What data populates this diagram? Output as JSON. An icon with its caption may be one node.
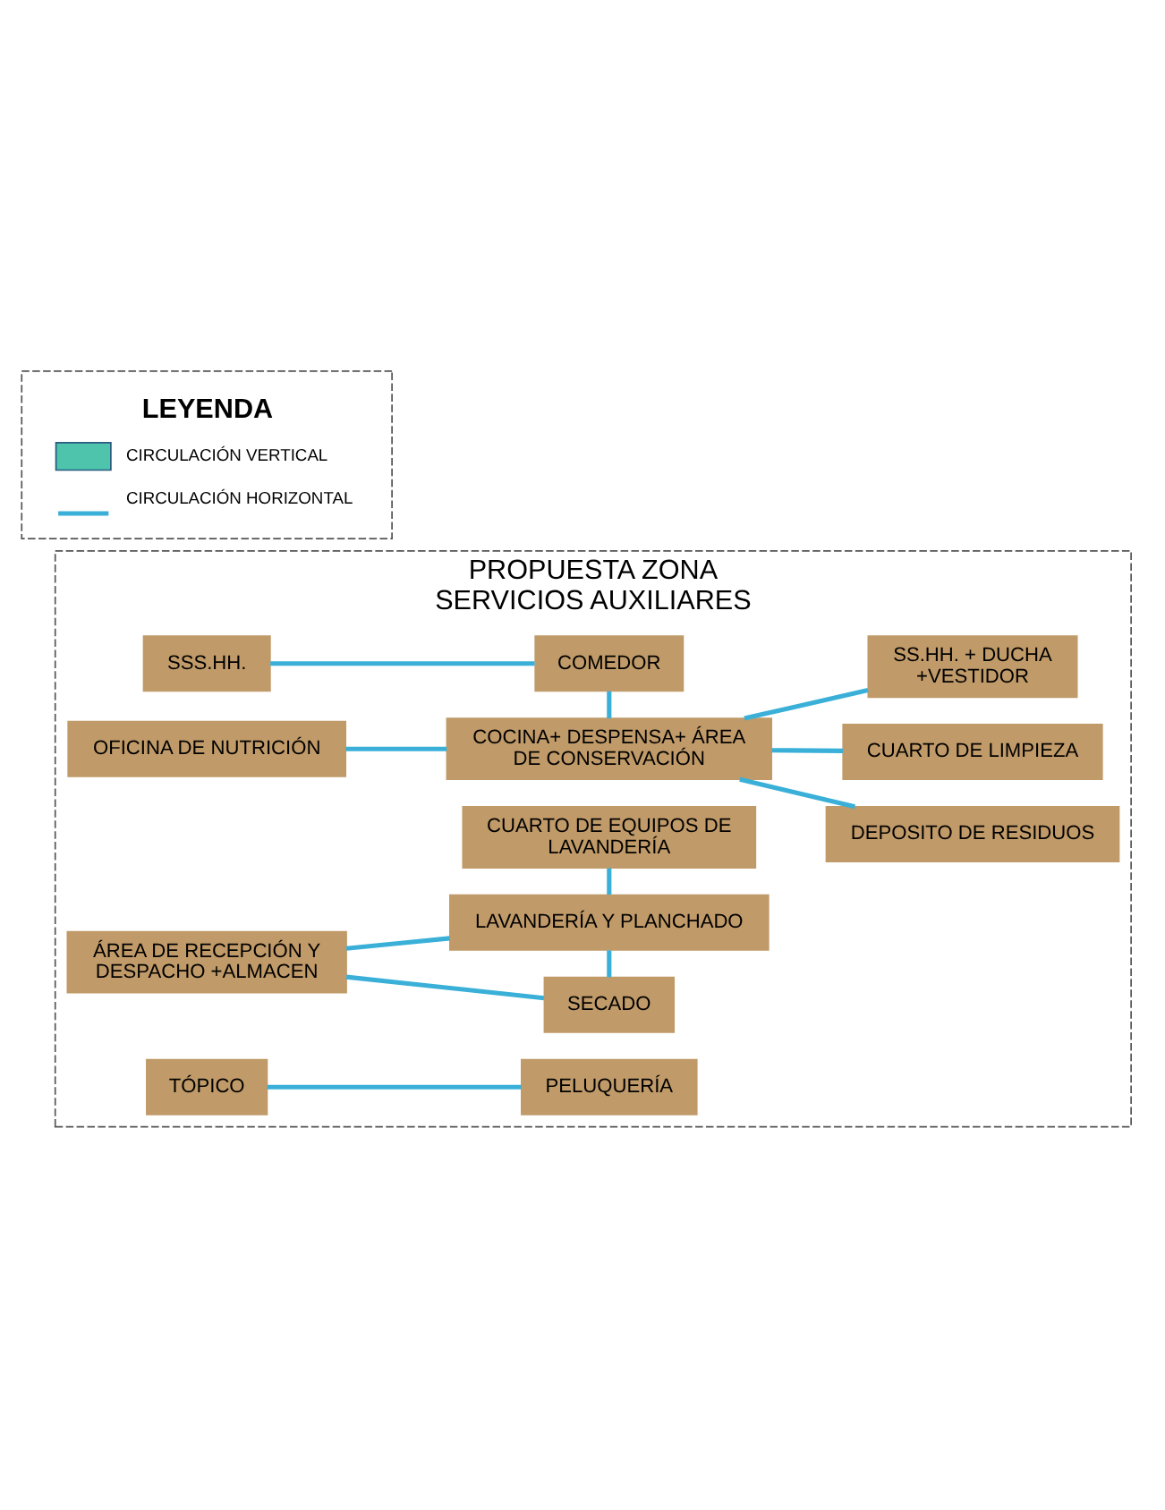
{
  "diagram": {
    "nodes": [
      {
        "text": [
          "PROPUESTA ZONA SERVICIOS AUXILIARES"
        ]
      },
      {
        "text": [
          "OFICINA DE NUTRICIÓN"
        ],
        "in": 0
      },
      {
        "text": [
          "COCINA+ DESPENSA+ ÁREA DE CONSERVACIÓN"
        ],
        "in": 0
      },
      {
        "text": [
          "DEPOSITO DE RESIDUOS"
        ],
        "in": 0
      },
      {
        "text": [
          "CUARTO DE LIMPIEZA"
        ],
        "in": 0
      },
      {
        "text": [
          "SS.HH. + DUCHA +VESTIDOR"
        ],
        "in": 0
      },
      {
        "text": [
          "SSS.HH."
        ],
        "in": 0
      },
      {
        "text": [
          "COMEDOR"
        ],
        "in": 0
      },
      {
        "text": [
          "ÁREA DE RECEPCIÓN Y DESPACHO +ALMACEN"
        ],
        "in": 0
      },
      {
        "text": [
          "SECADO"
        ],
        "in": 0
      },
      {
        "text": [
          "LAVANDERÍA Y PLANCHADO"
        ],
        "in": 0
      },
      {
        "text": [
          "CUARTO DE EQUIPOS DE LAVANDERÍA"
        ],
        "in": 0
      },
      {
        "text": [
          "TÓPICO"
        ],
        "in": 0
      },
      {
        "text": [
          "PELUQUERÍA"
        ],
        "in": 0
      }
    ],
    "edges": [
      {
        "from": 1,
        "to": 2,
        "arrow": "none"
      },
      {
        "from": 2,
        "to": 3,
        "arrow": "none"
      },
      {
        "from": 2,
        "to": 4,
        "arrow": "none"
      },
      {
        "from": 2,
        "to": 5,
        "arrow": "none"
      },
      {
        "from": 2,
        "to": 7,
        "arrow": "none"
      },
      {
        "from": 6,
        "to": 7,
        "arrow": "none"
      },
      {
        "from": 8,
        "to": 9,
        "arrow": "none"
      },
      {
        "from": 8,
        "to": 10,
        "arrow": "none"
      },
      {
        "from": 9,
        "to": 10,
        "arrow": "none"
      },
      {
        "from": 10,
        "to": 11,
        "arrow": "none"
      },
      {
        "from": 12,
        "to": 13,
        "arrow": "none"
      }
    ],
    "labels": [
      "LEYENDA"
    ],
    "legend": [
      {
        "text": "CIRCULACIÓN VERTICAL",
        "color": "#4dc4ab"
      },
      {
        "text": "CIRCULACIÓN HORIZONTAL"
      }
    ]
  }
}
